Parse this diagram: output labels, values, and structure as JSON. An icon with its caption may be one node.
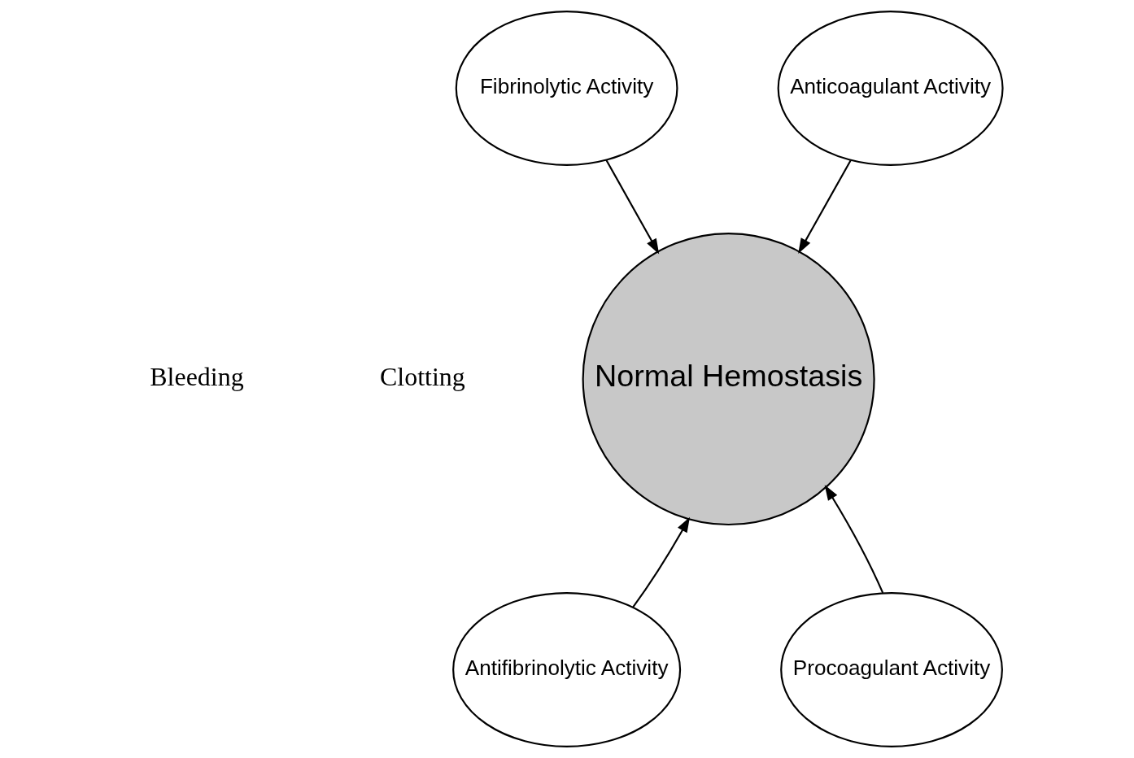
{
  "diagram": {
    "nodes": [
      {
        "text": [
          "Fibrinolytic Activity"
        ]
      },
      {
        "text": [
          "Anticoagulant Activity"
        ]
      },
      {
        "text": [
          "Normal Hemostasis"
        ]
      },
      {
        "text": [
          "Antifibrinolytic Activity"
        ]
      },
      {
        "text": [
          "Procoagulant Activity"
        ]
      }
    ],
    "edges": [
      {
        "from": 0,
        "to": 2,
        "arrow": "to"
      },
      {
        "from": 1,
        "to": 2,
        "arrow": "to"
      },
      {
        "from": 3,
        "to": 2,
        "arrow": "to"
      },
      {
        "from": 4,
        "to": 2,
        "arrow": "to"
      }
    ],
    "labels": [
      "Bleeding",
      "Clotting"
    ]
  }
}
